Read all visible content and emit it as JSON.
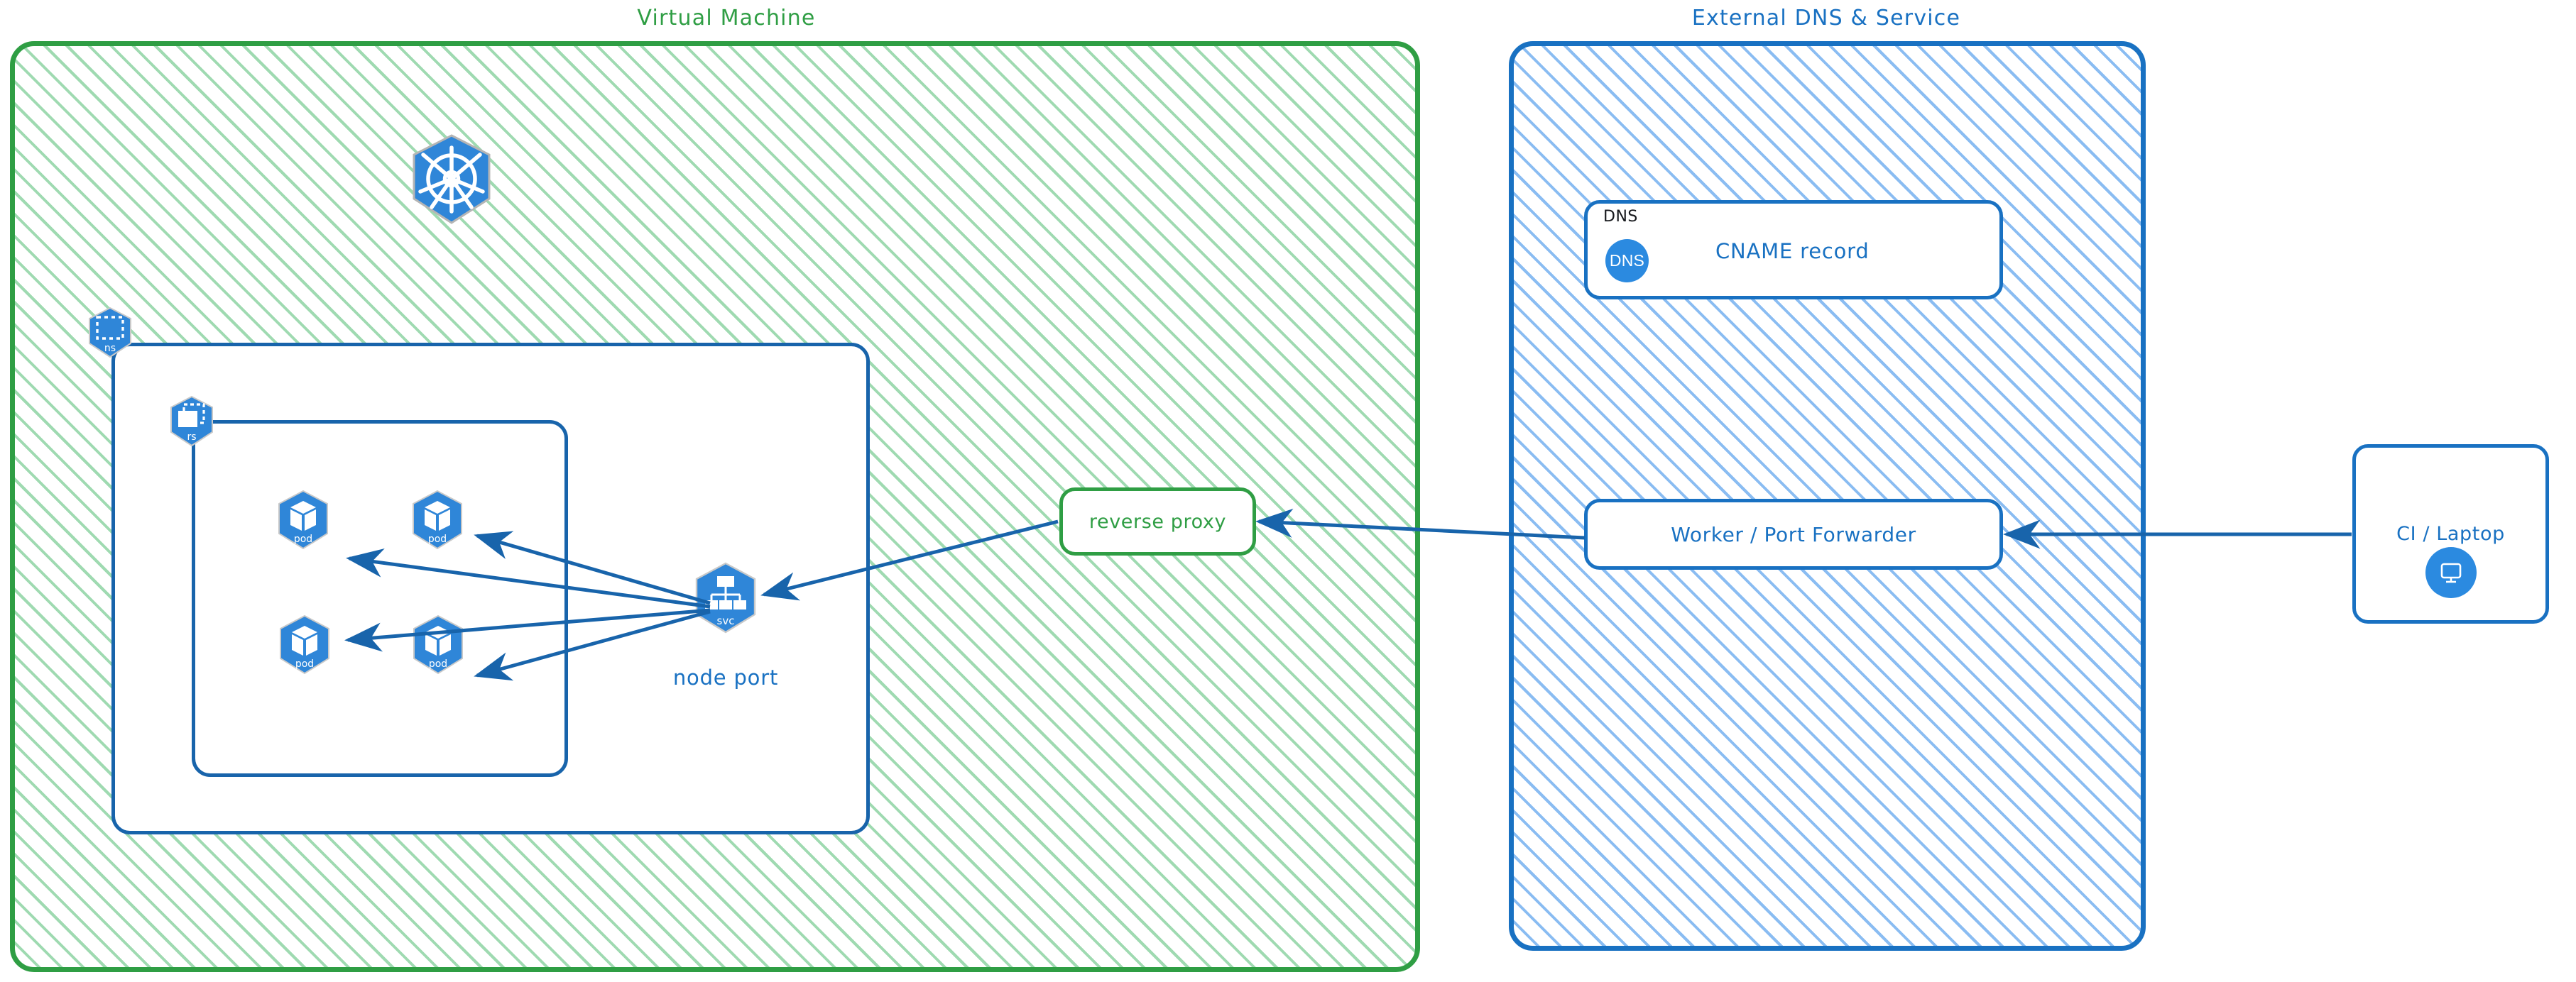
{
  "diagram": {
    "title_hidden": "Kubernetes NodePort exposure via reverse proxy and external DNS",
    "colors": {
      "green_border": "#2f9e44",
      "green_hatch": "#40b664",
      "blue_border": "#1971c2",
      "blue_hatch": "#76b1f0",
      "k8s_blue": "#2f86d8",
      "arrow_blue": "#1864ab",
      "box_border_blue": "#1864ab",
      "dns_tag_black": "#16181c"
    },
    "groups": [
      {
        "id": "vm",
        "label": "Virtual Machine",
        "color": "#2f9e44"
      },
      {
        "id": "external",
        "label": "External DNS & Service",
        "color": "#1971c2"
      }
    ],
    "vm": {
      "k8s_logo_name": "kubernetes-logo",
      "namespace_badge": {
        "label": "ns",
        "icon": "namespace-icon"
      },
      "replicaset_badge": {
        "label": "rs",
        "icon": "replicaset-icon"
      },
      "pods": [
        {
          "label": "pod"
        },
        {
          "label": "pod"
        },
        {
          "label": "pod"
        },
        {
          "label": "pod"
        }
      ],
      "service": {
        "label": "svc",
        "icon": "service-icon"
      },
      "node_port_label": "node port",
      "reverse_proxy_label": "reverse proxy"
    },
    "external": {
      "dns_box": {
        "tag": "DNS",
        "badge_text": "DNS",
        "label": "CNAME record"
      },
      "worker_box": {
        "label": "Worker / Port Forwarder"
      }
    },
    "client": {
      "label": "CI / Laptop",
      "icon": "desktop-monitor-icon"
    }
  }
}
